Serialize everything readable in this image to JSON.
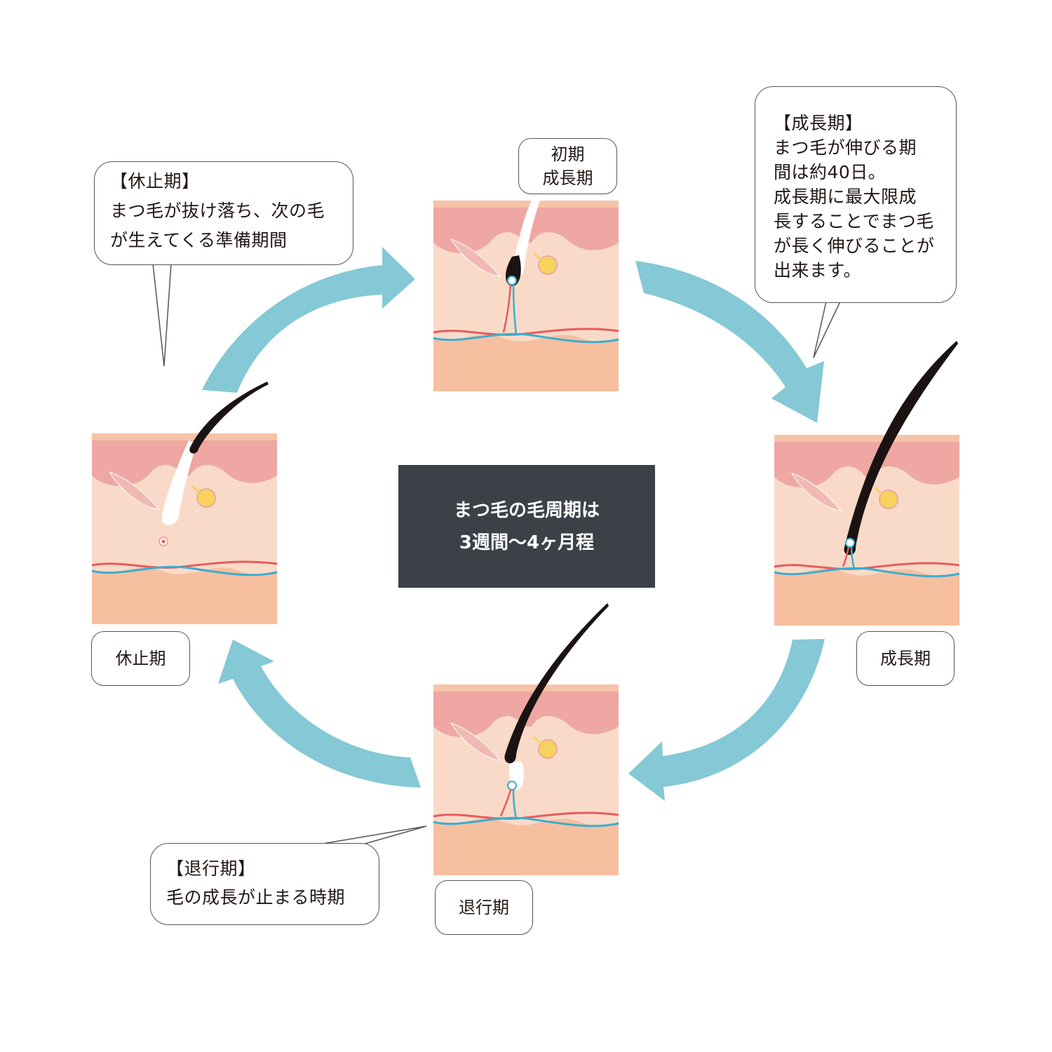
{
  "colors": {
    "arrow": "#85c8d6",
    "skin_light": "#f9d9c6",
    "skin_top": "#eda6a0",
    "skin_bottom": "#f6bfa0",
    "hair": "#1a1311",
    "artery": "#e95b5b",
    "vein": "#3aaecf",
    "gland": "#f7d25e",
    "center_box": "#3b4147"
  },
  "center": {
    "line1": "まつ毛の毛周期は",
    "line2": "3週間〜4ヶ月程"
  },
  "stages": [
    {
      "id": "early-anagen",
      "label": "初期\n成長期",
      "hair_state": "early-growth"
    },
    {
      "id": "anagen",
      "label": "成長期",
      "hair_state": "full-growth"
    },
    {
      "id": "catagen",
      "label": "退行期",
      "hair_state": "regression"
    },
    {
      "id": "telogen",
      "label": "休止期",
      "hair_state": "resting"
    }
  ],
  "callouts": {
    "telogen": {
      "title": "【休止期】",
      "body": "まつ毛が抜け落ち、次の毛\nが生えてくる準備期間"
    },
    "anagen": {
      "title": "【成長期】",
      "body": "まつ毛が伸びる期\n間は約40日。\n成長期に最大限成\n長することでまつ毛\nが長く伸びることが\n出来ます。"
    },
    "catagen": {
      "title": "【退行期】",
      "body": "毛の成長が止まる時期"
    }
  },
  "cycle_arrows": [
    {
      "from": "telogen",
      "to": "early-anagen"
    },
    {
      "from": "early-anagen",
      "to": "anagen"
    },
    {
      "from": "anagen",
      "to": "catagen"
    },
    {
      "from": "catagen",
      "to": "telogen"
    }
  ]
}
